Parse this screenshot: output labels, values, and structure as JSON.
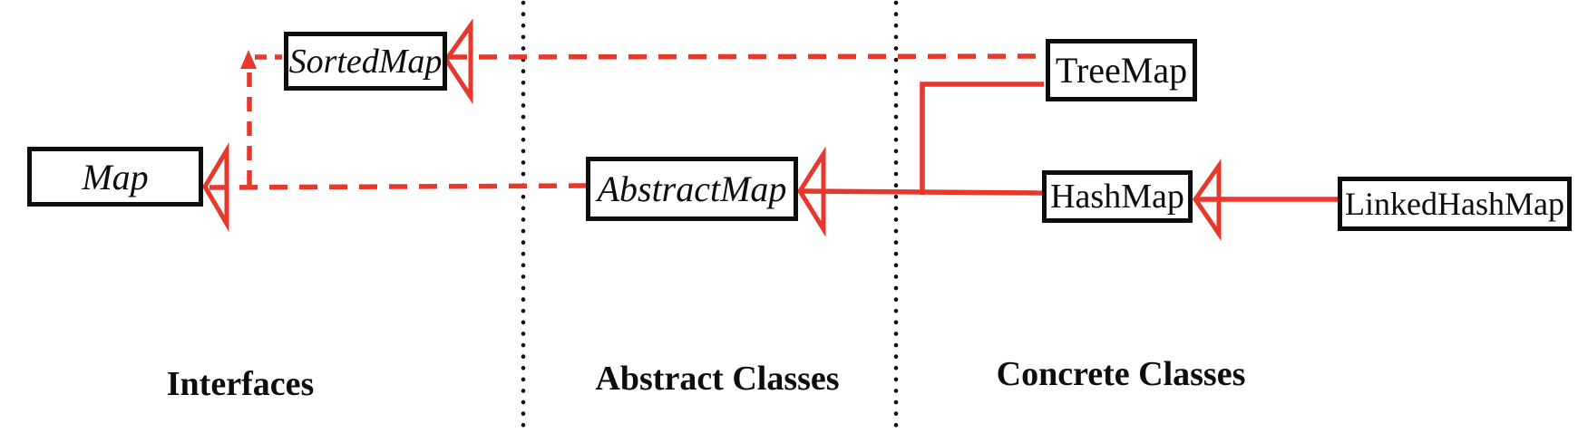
{
  "diagram": {
    "type": "uml-class-hierarchy",
    "subject": "java-map-hierarchy",
    "colors": {
      "arrow_red": "#E8372B",
      "line_black": "#111111",
      "background": "#FFFFFF"
    },
    "boxes": {
      "map": {
        "label": "Map",
        "kind": "interface"
      },
      "sortedmap": {
        "label": "SortedMap",
        "kind": "interface"
      },
      "abstractmap": {
        "label": "AbstractMap",
        "kind": "abstract-class"
      },
      "treemap": {
        "label": "TreeMap",
        "kind": "concrete-class"
      },
      "hashmap": {
        "label": "HashMap",
        "kind": "concrete-class"
      },
      "linkedhashmap": {
        "label": "LinkedHashMap",
        "kind": "concrete-class"
      }
    },
    "sections": {
      "interfaces": {
        "label": "Interfaces"
      },
      "abstract": {
        "label": "Abstract Classes"
      },
      "concrete": {
        "label": "Concrete Classes"
      }
    },
    "edges": [
      {
        "from": "SortedMap",
        "to": "Map",
        "style": "dashed"
      },
      {
        "from": "AbstractMap",
        "to": "Map",
        "style": "dashed"
      },
      {
        "from": "TreeMap",
        "to": "SortedMap",
        "style": "dashed"
      },
      {
        "from": "TreeMap",
        "to": "AbstractMap",
        "style": "solid"
      },
      {
        "from": "HashMap",
        "to": "AbstractMap",
        "style": "solid"
      },
      {
        "from": "LinkedHashMap",
        "to": "HashMap",
        "style": "solid"
      }
    ]
  }
}
